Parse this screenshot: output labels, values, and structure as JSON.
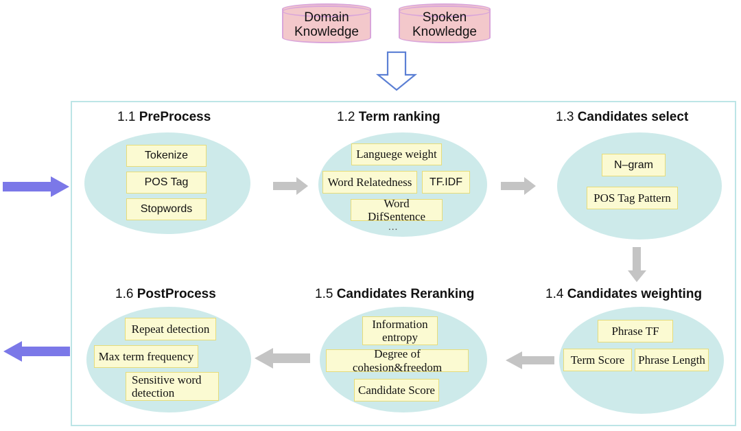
{
  "sources": [
    {
      "name": "domain-knowledge",
      "line1": "Domain",
      "line2": "Knowledge"
    },
    {
      "name": "spoken-knowledge",
      "line1": "Spoken",
      "line2": "Knowledge"
    }
  ],
  "flow": {
    "input_arrow": "input-arrow",
    "output_arrow": "output-arrow",
    "feed_arrow": "knowledge-feed-arrow",
    "connectors": [
      "arrow-1-1-to-1-2",
      "arrow-1-2-to-1-3",
      "arrow-1-3-to-1-4",
      "arrow-1-4-to-1-5",
      "arrow-1-5-to-1-6"
    ]
  },
  "stages": [
    {
      "id": "1.1",
      "number": "1.1",
      "name": "PreProcess",
      "chips": [
        "Tokenize",
        "POS Tag",
        "Stopwords"
      ]
    },
    {
      "id": "1.2",
      "number": "1.2",
      "name": "Term ranking",
      "chips": [
        "Languege weight",
        "Word Relatedness",
        "TF.IDF",
        "Word DifSentence"
      ],
      "ellipsis": "..."
    },
    {
      "id": "1.3",
      "number": "1.3",
      "name": "Candidates select",
      "chips": [
        "N–gram",
        "POS Tag Pattern"
      ]
    },
    {
      "id": "1.4",
      "number": "1.4",
      "name": "Candidates weighting",
      "chips": [
        "Phrase TF",
        "Term Score",
        "Phrase Length"
      ]
    },
    {
      "id": "1.5",
      "number": "1.5",
      "name": "Candidates Reranking",
      "chips": [
        "Information entropy",
        "Degree of cohesion&freedom",
        "Candidate Score"
      ]
    },
    {
      "id": "1.6",
      "number": "1.6",
      "name": "PostProcess",
      "chips": [
        "Repeat detection",
        "Max term frequency",
        "Sensitive word detection"
      ]
    }
  ],
  "colors": {
    "cylinder_fill": "#f3c8cb",
    "cylinder_border": "#d9a5da",
    "ellipse_fill": "#cdeaea",
    "chip_fill": "#fbfad2",
    "chip_border": "#e6dc79",
    "container_border": "#bce5e6",
    "grey_arrow": "#c4c4c4",
    "purple_arrow": "#7b78e8",
    "blue_outline": "#5b7fd4"
  }
}
